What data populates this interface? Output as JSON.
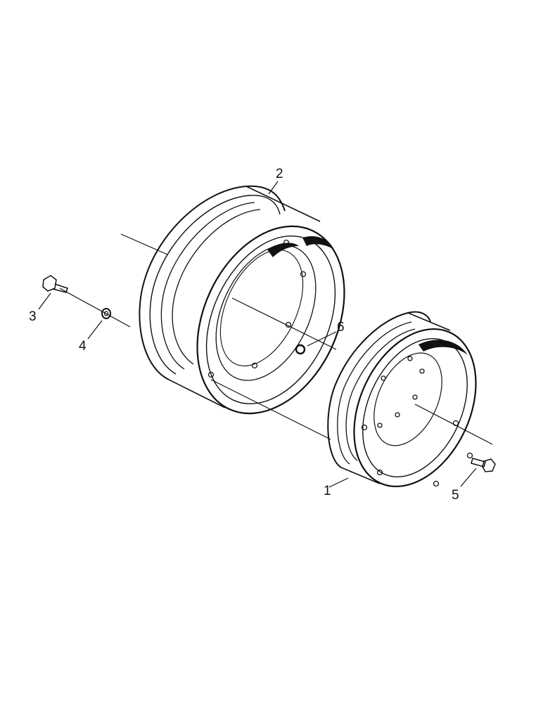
{
  "diagram": {
    "ink_color": "#111111",
    "background": "#ffffff",
    "callouts": [
      {
        "id": "1",
        "label": "1",
        "part": "inner-wheel-rim"
      },
      {
        "id": "2",
        "label": "2",
        "part": "outer-wheel-rim"
      },
      {
        "id": "3",
        "label": "3",
        "part": "bolt"
      },
      {
        "id": "4",
        "label": "4",
        "part": "washer"
      },
      {
        "id": "5",
        "label": "5",
        "part": "bolt"
      },
      {
        "id": "6",
        "label": "6",
        "part": "valve-stem-hole"
      }
    ]
  }
}
